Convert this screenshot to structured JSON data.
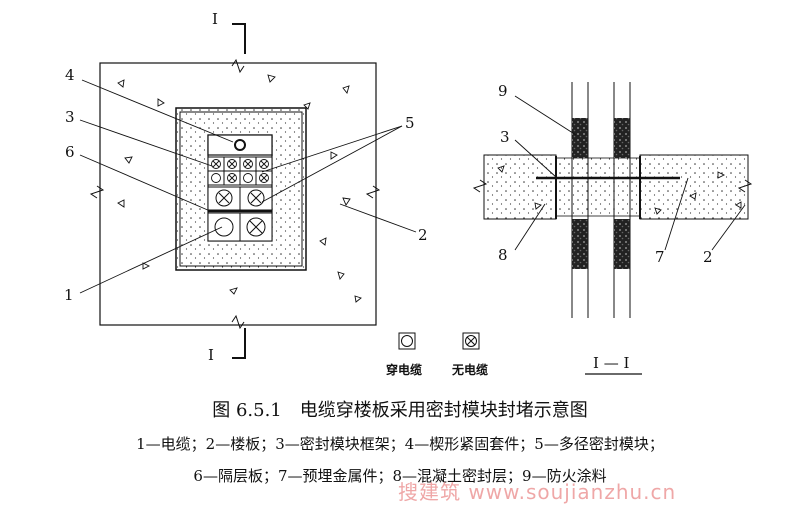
{
  "section_mark": "I",
  "section_label": "I — I",
  "legend_symbols": {
    "through_cable": "穿电缆",
    "no_cable": "无电缆"
  },
  "callouts": {
    "plan": [
      "1",
      "2",
      "3",
      "4",
      "5",
      "6"
    ],
    "section": [
      "9",
      "3",
      "8",
      "7",
      "2"
    ]
  },
  "caption": "图 6.5.1　电缆穿楼板采用密封模块封堵示意图",
  "legend_line1": "1—电缆；2—楼板；3—密封模块框架；4—楔形紧固套件；5—多径密封模块；",
  "legend_line2": "6—隔层板；7—预埋金属件；8—混凝土密封层；9—防火涂料",
  "watermark": "搜建筑 www.soujianzhu.cn",
  "colors": {
    "ink": "#111111",
    "watermark": "#dc3c3c"
  }
}
